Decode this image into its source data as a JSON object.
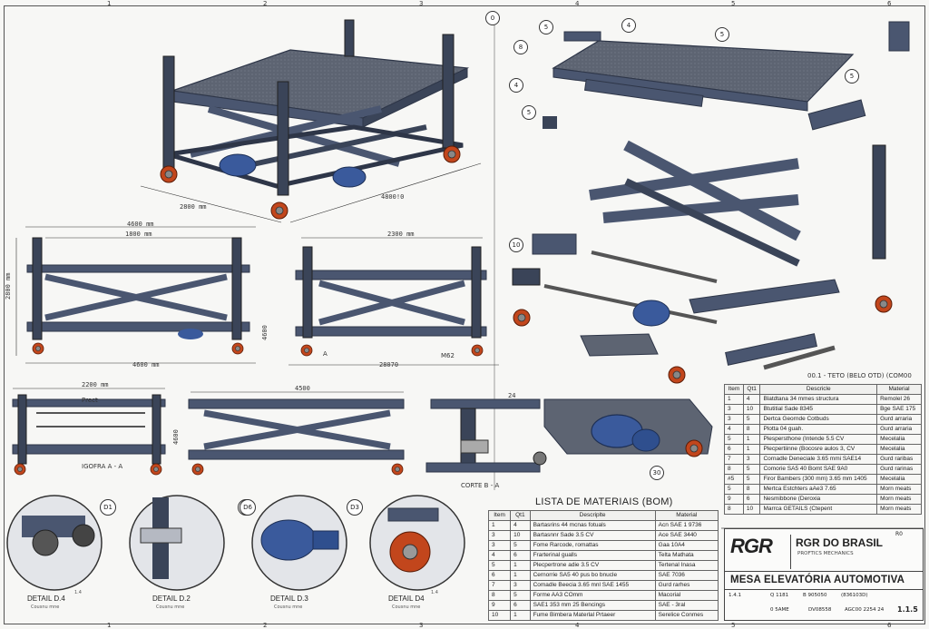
{
  "frame": {
    "top_zone_numbers": [
      "1",
      "2",
      "3",
      "4",
      "5",
      "6"
    ],
    "bottom_zone_numbers": [
      "1",
      "2",
      "3",
      "4",
      "5",
      "6"
    ]
  },
  "iso_view": {
    "dim_width": "2800 mm",
    "dim_length": "4800!0"
  },
  "front_view": {
    "dim_overall": "4600 mm",
    "dim_inner": "1800 mm",
    "dim_bottom": "4600 mm",
    "dim_height": "2800 mm",
    "dim_right_height": "4600"
  },
  "side_view": {
    "dim_top": "2300 mm",
    "dim_bottom": "28070",
    "label_a": "A",
    "label_b": "M62"
  },
  "section_aa": {
    "dim_width": "2200 mm",
    "label_top": "Prect",
    "label": "IGOFRA A - A",
    "dim_height": "4600"
  },
  "elevation_view": {
    "dim_length": "4500"
  },
  "section_bb": {
    "label": "CORTE B - A",
    "dim": "24"
  },
  "exploded_balloons": [
    "0",
    "8",
    "5",
    "4",
    "5",
    "4",
    "5",
    "5",
    "10",
    "30"
  ],
  "exploded_caption": "00.1 - TETO (BELO OTD) (COM00",
  "right_bom": {
    "headers": [
      "Item",
      "Qt1",
      "Descricle",
      "Material"
    ],
    "rows": [
      [
        "1",
        "4",
        "Blatdtana 34 mmes structura",
        "Remolel 26"
      ],
      [
        "3",
        "10",
        "Btutitial Sade 8345",
        "Bge SAE 175"
      ],
      [
        "3",
        "5",
        "Dertca Geornde Cotbuds",
        "Gurd arraria"
      ],
      [
        "4",
        "8",
        "Plotta 04 guah.",
        "Gurd arraria"
      ],
      [
        "5",
        "1",
        "Plespersthone (Intende 5.5 CV",
        "Mecelalia"
      ],
      [
        "6",
        "1",
        "Plecpertiinne (Bocosre aulos 3, CV",
        "Mecelalia"
      ],
      [
        "7",
        "3",
        "Cornadle Deneciale 3.65 mmi SAE14",
        "Gurd raribas"
      ],
      [
        "8",
        "5",
        "Comorie SA5 40     Bomt SAE 9A0",
        "Gurd rarinas"
      ],
      [
        "#5",
        "5",
        "Firor Bambers (300 mm) 3.65 mm 1405",
        "Mecelalia"
      ],
      [
        "5",
        "8",
        "Mertca Estchters aAe3 7.65",
        "Morn meats"
      ],
      [
        "9",
        "6",
        "Nesmibbone (Deroxia",
        "Morn meats"
      ],
      [
        "8",
        "10",
        "Marrca GETAILS (Ctepent",
        "Morn meats"
      ]
    ]
  },
  "details": [
    {
      "title": "DETAIL D.4",
      "sub": "Cousnu mne",
      "tag": "D1",
      "scale": "1.4"
    },
    {
      "title": "DETAIL D.2",
      "sub": "Cousnu mne",
      "tag": "D2"
    },
    {
      "title": "DETAIL D.3",
      "sub": "Cousnu mne",
      "tag": "D6"
    },
    {
      "title": "DETAIL D4",
      "sub": "Cousnu mne",
      "tag": "D3",
      "scale": "1.4"
    }
  ],
  "bottom_bom": {
    "title": "LISTA DE MATERIAIS (BOM)",
    "headers": [
      "Item",
      "Qt1",
      "Descriplte",
      "Material"
    ],
    "rows": [
      [
        "1",
        "4",
        "Bartasrins 44 mcnas fotuals",
        "Acn SAE 1 9736"
      ],
      [
        "3",
        "10",
        "Bartasnnr Sade 3.5 CV",
        "Ace SAE 3440"
      ],
      [
        "3",
        "5",
        "Fome Rarcode, romattas",
        "Gaa 10A4"
      ],
      [
        "4",
        "6",
        "Frarterinal gualls",
        "Telta Mathata"
      ],
      [
        "5",
        "1",
        "Plecpertrone adie 3.5 CV",
        "Tertenal Inasa"
      ],
      [
        "6",
        "1",
        "Cernorrie SA5 40     pus bo bnucle",
        "SAE 7036"
      ],
      [
        "7",
        "3",
        "Comadle Beecia 3.65 mnl SAE 1455",
        "Gurd rarhes"
      ],
      [
        "8",
        "5",
        "Forme AA3 COmm",
        "Macorial"
      ],
      [
        "9",
        "6",
        "SAE1 353 mm 25 Bencings",
        "SAE - 3ral"
      ],
      [
        "10",
        "1",
        "Fume Bimbera Materlal Prtaeer",
        "Serelice Conmes"
      ]
    ]
  },
  "title_block": {
    "logo": "RGR",
    "company": "RGR DO BRASIL",
    "company_sub": "PROFTICS MECHANICS",
    "title": "MESA ELEVATÓRIA AUTOMOTIVA",
    "cell_a": "1.4.1",
    "cell_b": "Q 1181",
    "cell_c": "B 905050",
    "cell_d": "(836103D)",
    "cell_e": "0 5AME",
    "cell_f": "DV08558",
    "cell_g": "AGC00 2254 24",
    "sheet": "1.1.5",
    "rev_tag": "R0"
  },
  "colors": {
    "steel": "#4a5670",
    "steel_dark": "#2e3648",
    "plate": "#5d6472",
    "motor": "#3a5a9c",
    "wheel": "#c2461c",
    "line": "#333333"
  }
}
